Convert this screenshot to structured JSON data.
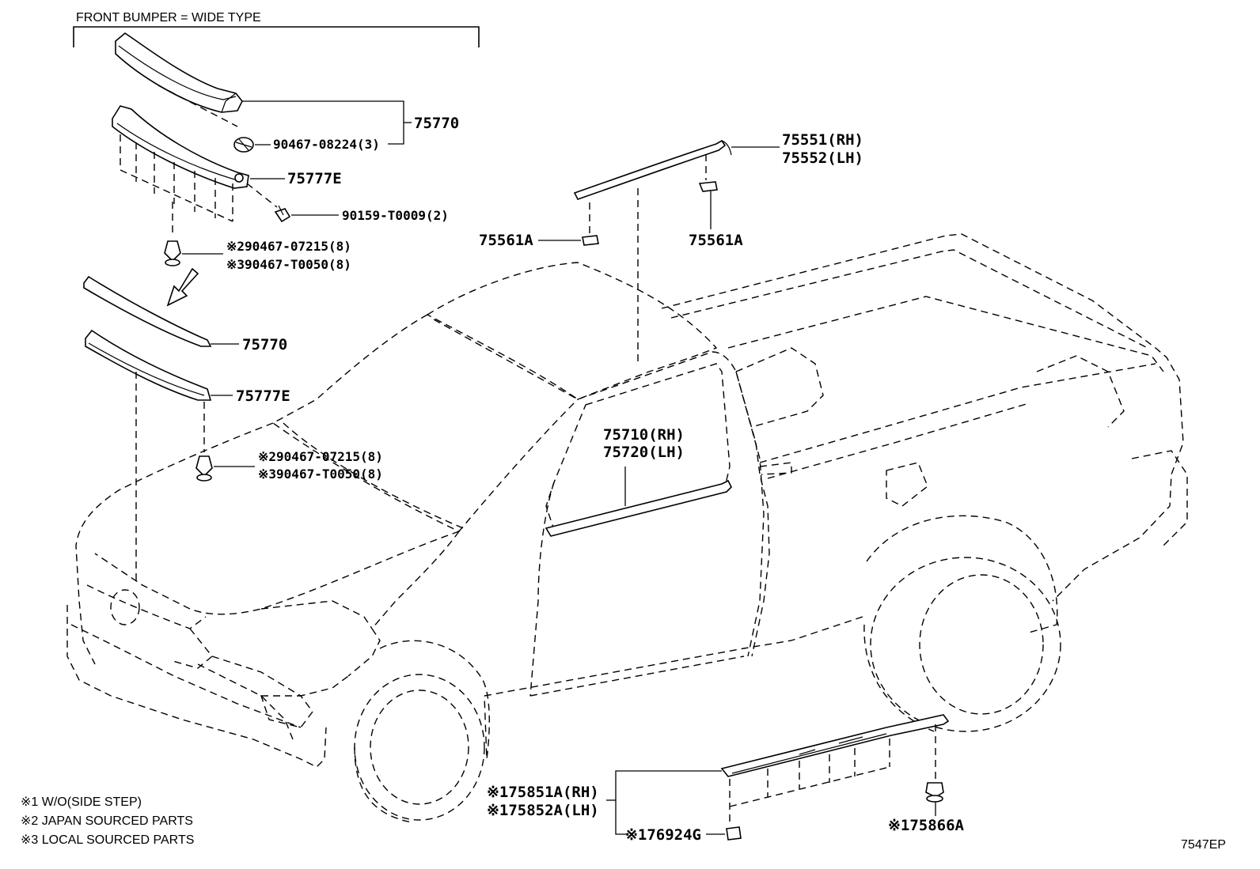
{
  "header": {
    "title": "FRONT BUMPER = WIDE TYPE"
  },
  "callouts": {
    "top_molding": "75770",
    "top_nut": "90467-08224(3)",
    "top_retainer": "75777E",
    "top_screw": "90159-T0009(2)",
    "top_clip_1": "※290467-07215(8)",
    "top_clip_2": "※390467-T0050(8)",
    "roof_rh": "75551(RH)",
    "roof_lh": "75552(LH)",
    "roof_clip_left": "75561A",
    "roof_clip_right": "75561A",
    "mid_molding": "75770",
    "mid_retainer": "75777E",
    "mid_clip_1": "※290467-07215(8)",
    "mid_clip_2": "※390467-T0050(8)",
    "door_rh": "75710(RH)",
    "door_lh": "75720(LH)",
    "step_rh": "※175851A(RH)",
    "step_lh": "※175852A(LH)",
    "step_clip": "※176924G",
    "step_nut": "※175866A"
  },
  "notes": [
    "※1 W/O(SIDE STEP)",
    "※2 JAPAN SOURCED PARTS",
    "※3 LOCAL SOURCED PARTS"
  ],
  "diagram_code": "7547EP"
}
